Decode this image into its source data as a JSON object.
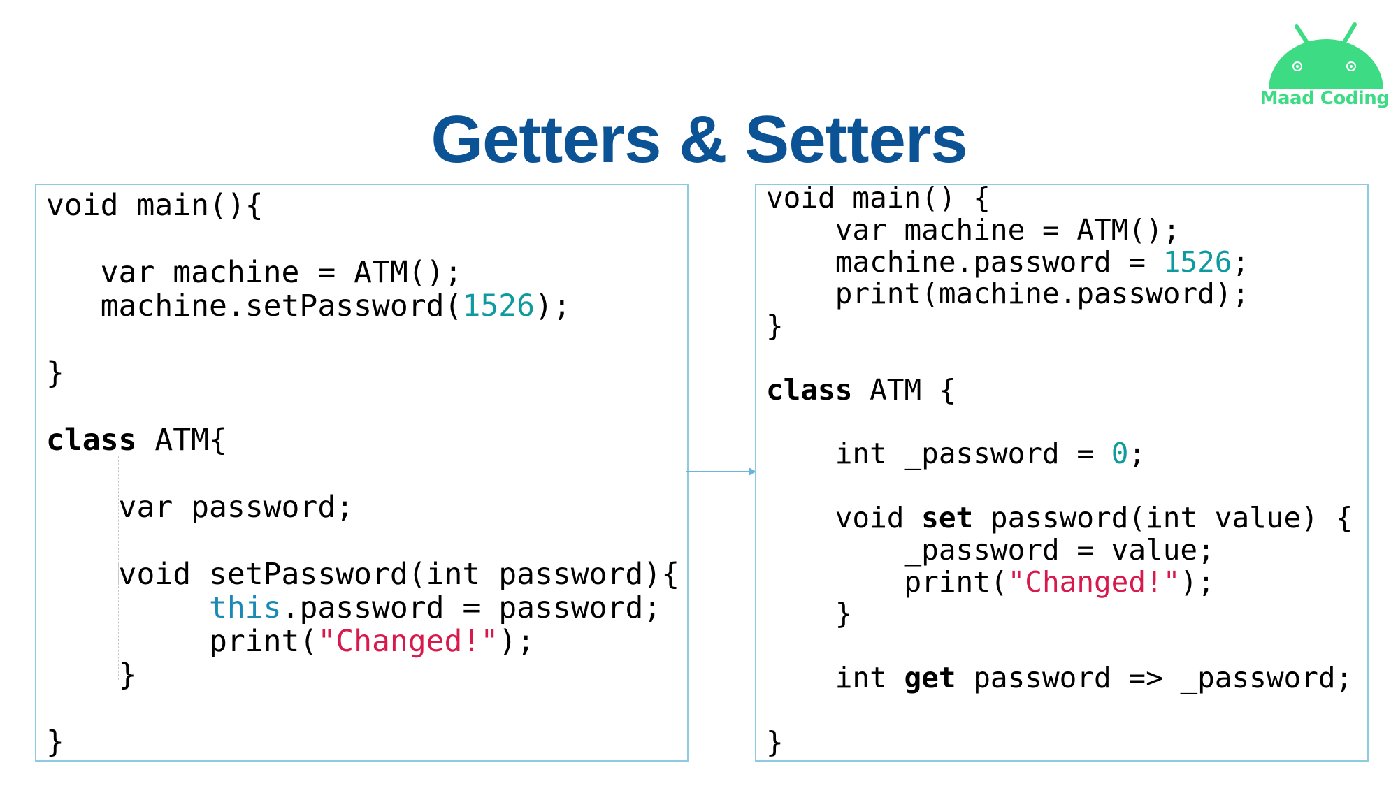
{
  "title": "Getters & Setters",
  "brand": {
    "name": "Maad Coding",
    "logo": "android-robot-icon"
  },
  "colors": {
    "title": "#0b5394",
    "brand_green": "#3ddc84",
    "panel_border": "#8ccbe0",
    "arrow": "#6bb6d8",
    "keyword_blue": "#1a8ab4",
    "number_teal": "#0f9aa0",
    "string_red": "#d7194b",
    "plain": "#000000"
  },
  "left_code": [
    [
      {
        "t": "void main(){"
      }
    ],
    [
      {
        "t": ""
      }
    ],
    [
      {
        "t": "   var machine = ATM();"
      }
    ],
    [
      {
        "t": "   machine.setPassword("
      },
      {
        "t": "1526",
        "c": "num"
      },
      {
        "t": ");"
      }
    ],
    [
      {
        "t": ""
      }
    ],
    [
      {
        "t": "}"
      }
    ],
    [
      {
        "t": ""
      }
    ],
    [
      {
        "t": "class",
        "c": "bold"
      },
      {
        "t": " ATM{"
      }
    ],
    [
      {
        "t": ""
      }
    ],
    [
      {
        "t": "    var password;"
      }
    ],
    [
      {
        "t": ""
      }
    ],
    [
      {
        "t": "    void setPassword(int password){"
      }
    ],
    [
      {
        "t": "         "
      },
      {
        "t": "this",
        "c": "kw"
      },
      {
        "t": ".password = password;"
      }
    ],
    [
      {
        "t": "         print("
      },
      {
        "t": "\"Changed!\"",
        "c": "str"
      },
      {
        "t": ");"
      }
    ],
    [
      {
        "t": "    }"
      }
    ],
    [
      {
        "t": ""
      }
    ],
    [
      {
        "t": "}"
      }
    ]
  ],
  "right_code": [
    [
      {
        "t": "void main() {"
      }
    ],
    [
      {
        "t": "    var machine = ATM();"
      }
    ],
    [
      {
        "t": "    machine.password = "
      },
      {
        "t": "1526",
        "c": "num"
      },
      {
        "t": ";"
      }
    ],
    [
      {
        "t": "    print(machine.password);"
      }
    ],
    [
      {
        "t": "}"
      }
    ],
    [
      {
        "t": ""
      }
    ],
    [
      {
        "t": "class",
        "c": "bold"
      },
      {
        "t": " ATM {"
      }
    ],
    [
      {
        "t": ""
      }
    ],
    [
      {
        "t": "    int _password = "
      },
      {
        "t": "0",
        "c": "num"
      },
      {
        "t": ";"
      }
    ],
    [
      {
        "t": ""
      }
    ],
    [
      {
        "t": "    void "
      },
      {
        "t": "set",
        "c": "bold"
      },
      {
        "t": " password(int value) {"
      }
    ],
    [
      {
        "t": "        _password = value;"
      }
    ],
    [
      {
        "t": "        print("
      },
      {
        "t": "\"Changed!\"",
        "c": "str"
      },
      {
        "t": ");"
      }
    ],
    [
      {
        "t": "    }"
      }
    ],
    [
      {
        "t": ""
      }
    ],
    [
      {
        "t": "    int "
      },
      {
        "t": "get",
        "c": "bold"
      },
      {
        "t": " password => _password;"
      }
    ],
    [
      {
        "t": ""
      }
    ],
    [
      {
        "t": "}"
      }
    ]
  ]
}
